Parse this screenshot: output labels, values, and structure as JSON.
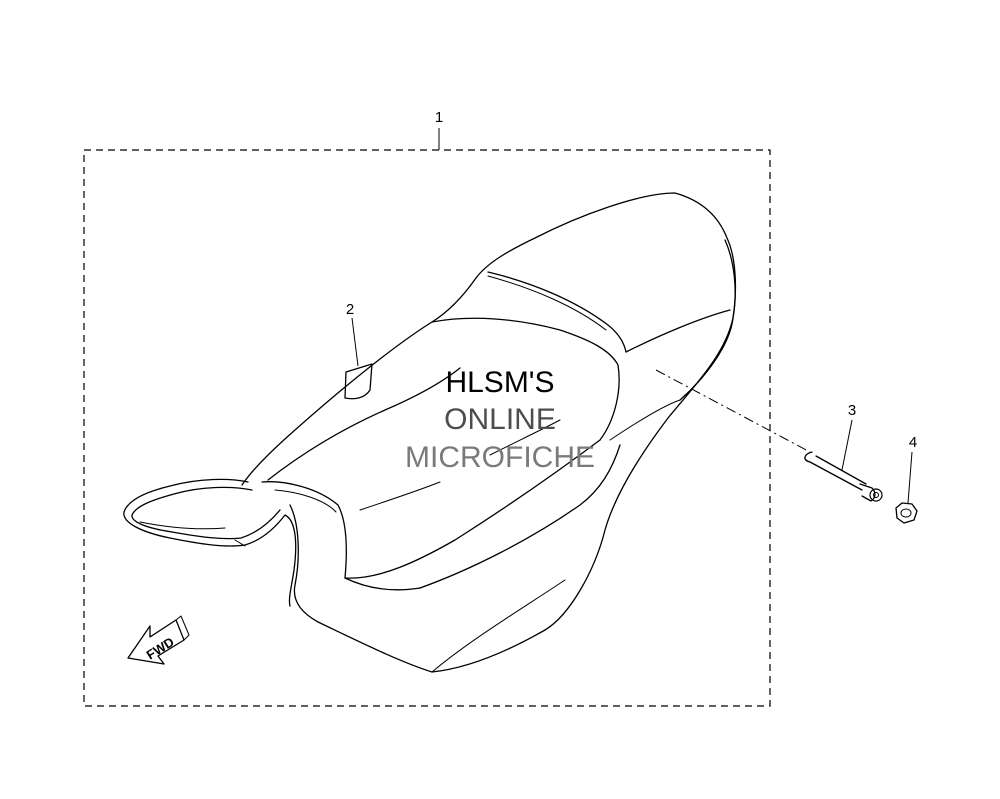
{
  "callouts": [
    {
      "number": "1",
      "part": "seat-assembly"
    },
    {
      "number": "2",
      "part": "seat-emblem-tag"
    },
    {
      "number": "3",
      "part": "seat-hook-bolt"
    },
    {
      "number": "4",
      "part": "nut"
    }
  ],
  "fwd_label": "FWD",
  "watermark": {
    "line1": "HLSM'S",
    "line2": "ONLINE",
    "line3": "MICROFICHE"
  },
  "colors": {
    "line": "#000000",
    "watermark_line1": "#000000",
    "watermark_line2": "#4d4d4d",
    "watermark_line3": "#7a7a7a"
  }
}
